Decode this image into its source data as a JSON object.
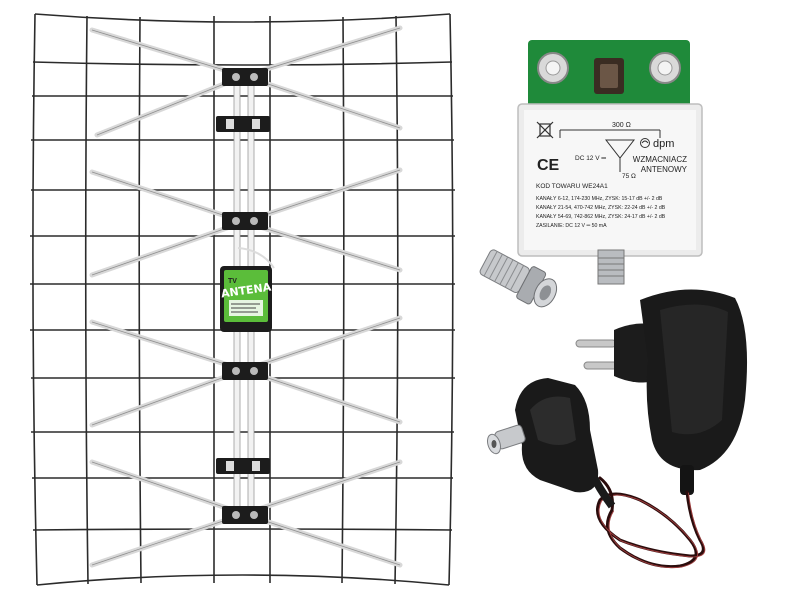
{
  "amplifier": {
    "impedance_top": "300 Ω",
    "brand": "dpm",
    "title_line1": "WZMACNIACZ",
    "title_line2": "ANTENOWY",
    "ce": "CE",
    "dc": "DC 12 V ═",
    "impedance_bottom": "75 Ω",
    "code": "KOD TOWARU WE24A1",
    "spec1": "KANAŁY 6-12, 174-230 MHz, ZYSK: 15-17 dB +/- 2 dB",
    "spec2": "KANAŁY 21-54, 470-742 MHz, ZYSK: 22-24 dB +/- 2 dB",
    "spec3": "KANAŁY 54-69, 742-862 MHz, ZYSK: 24-17 dB +/- 2 dB",
    "power": "ZASILANIE: DC 12 V ═ 50 mA"
  },
  "antenna_label": {
    "top": "TV",
    "main": "ANTENA"
  },
  "colors": {
    "wire": "#2b2b2b",
    "rod": "#e6e6e6",
    "pcb": "#1f8a3a",
    "label_green": "#5bbd3a",
    "plastic": "#1c1c1c",
    "metal": "#b9bcc0"
  }
}
